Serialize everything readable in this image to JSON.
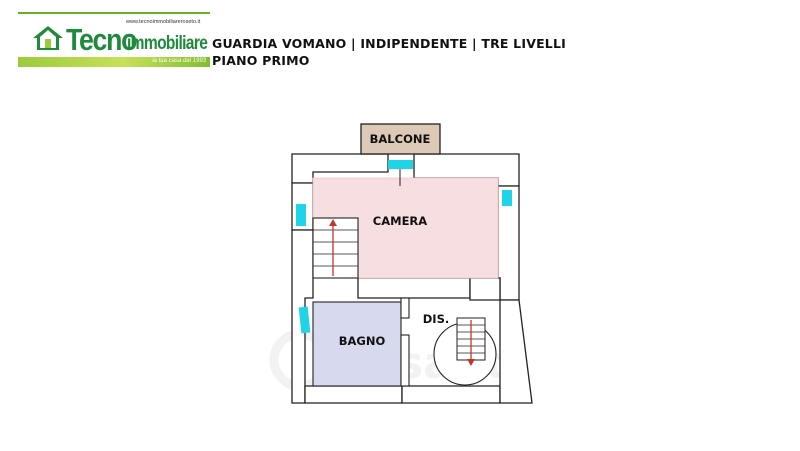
{
  "logo": {
    "url": "www.tecnoimmobiliareroseto.it",
    "brand_part1": "Tecno",
    "brand_part2": "immobiliare",
    "tagline": "la tua casa dal 1993"
  },
  "header": {
    "line1": "GUARDIA VOMANO | INDIPENDENTE | TRE LIVELLI",
    "line2": "PIANO PRIMO"
  },
  "rooms": {
    "balcone": "BALCONE",
    "camera": "CAMERA",
    "bagno": "BAGNO",
    "disimpegno": "DIS."
  },
  "watermark": "Casa.it",
  "colors": {
    "wall": "#ffffff",
    "wall_stroke": "#222222",
    "camera_fill": "#f7dfe1",
    "bagno_fill": "#d7d9ef",
    "balcone_fill": "#dcc9b6",
    "window": "#1fd3e8",
    "stair_arrow": "#c0392b",
    "brand_green": "#1f8a3c"
  }
}
